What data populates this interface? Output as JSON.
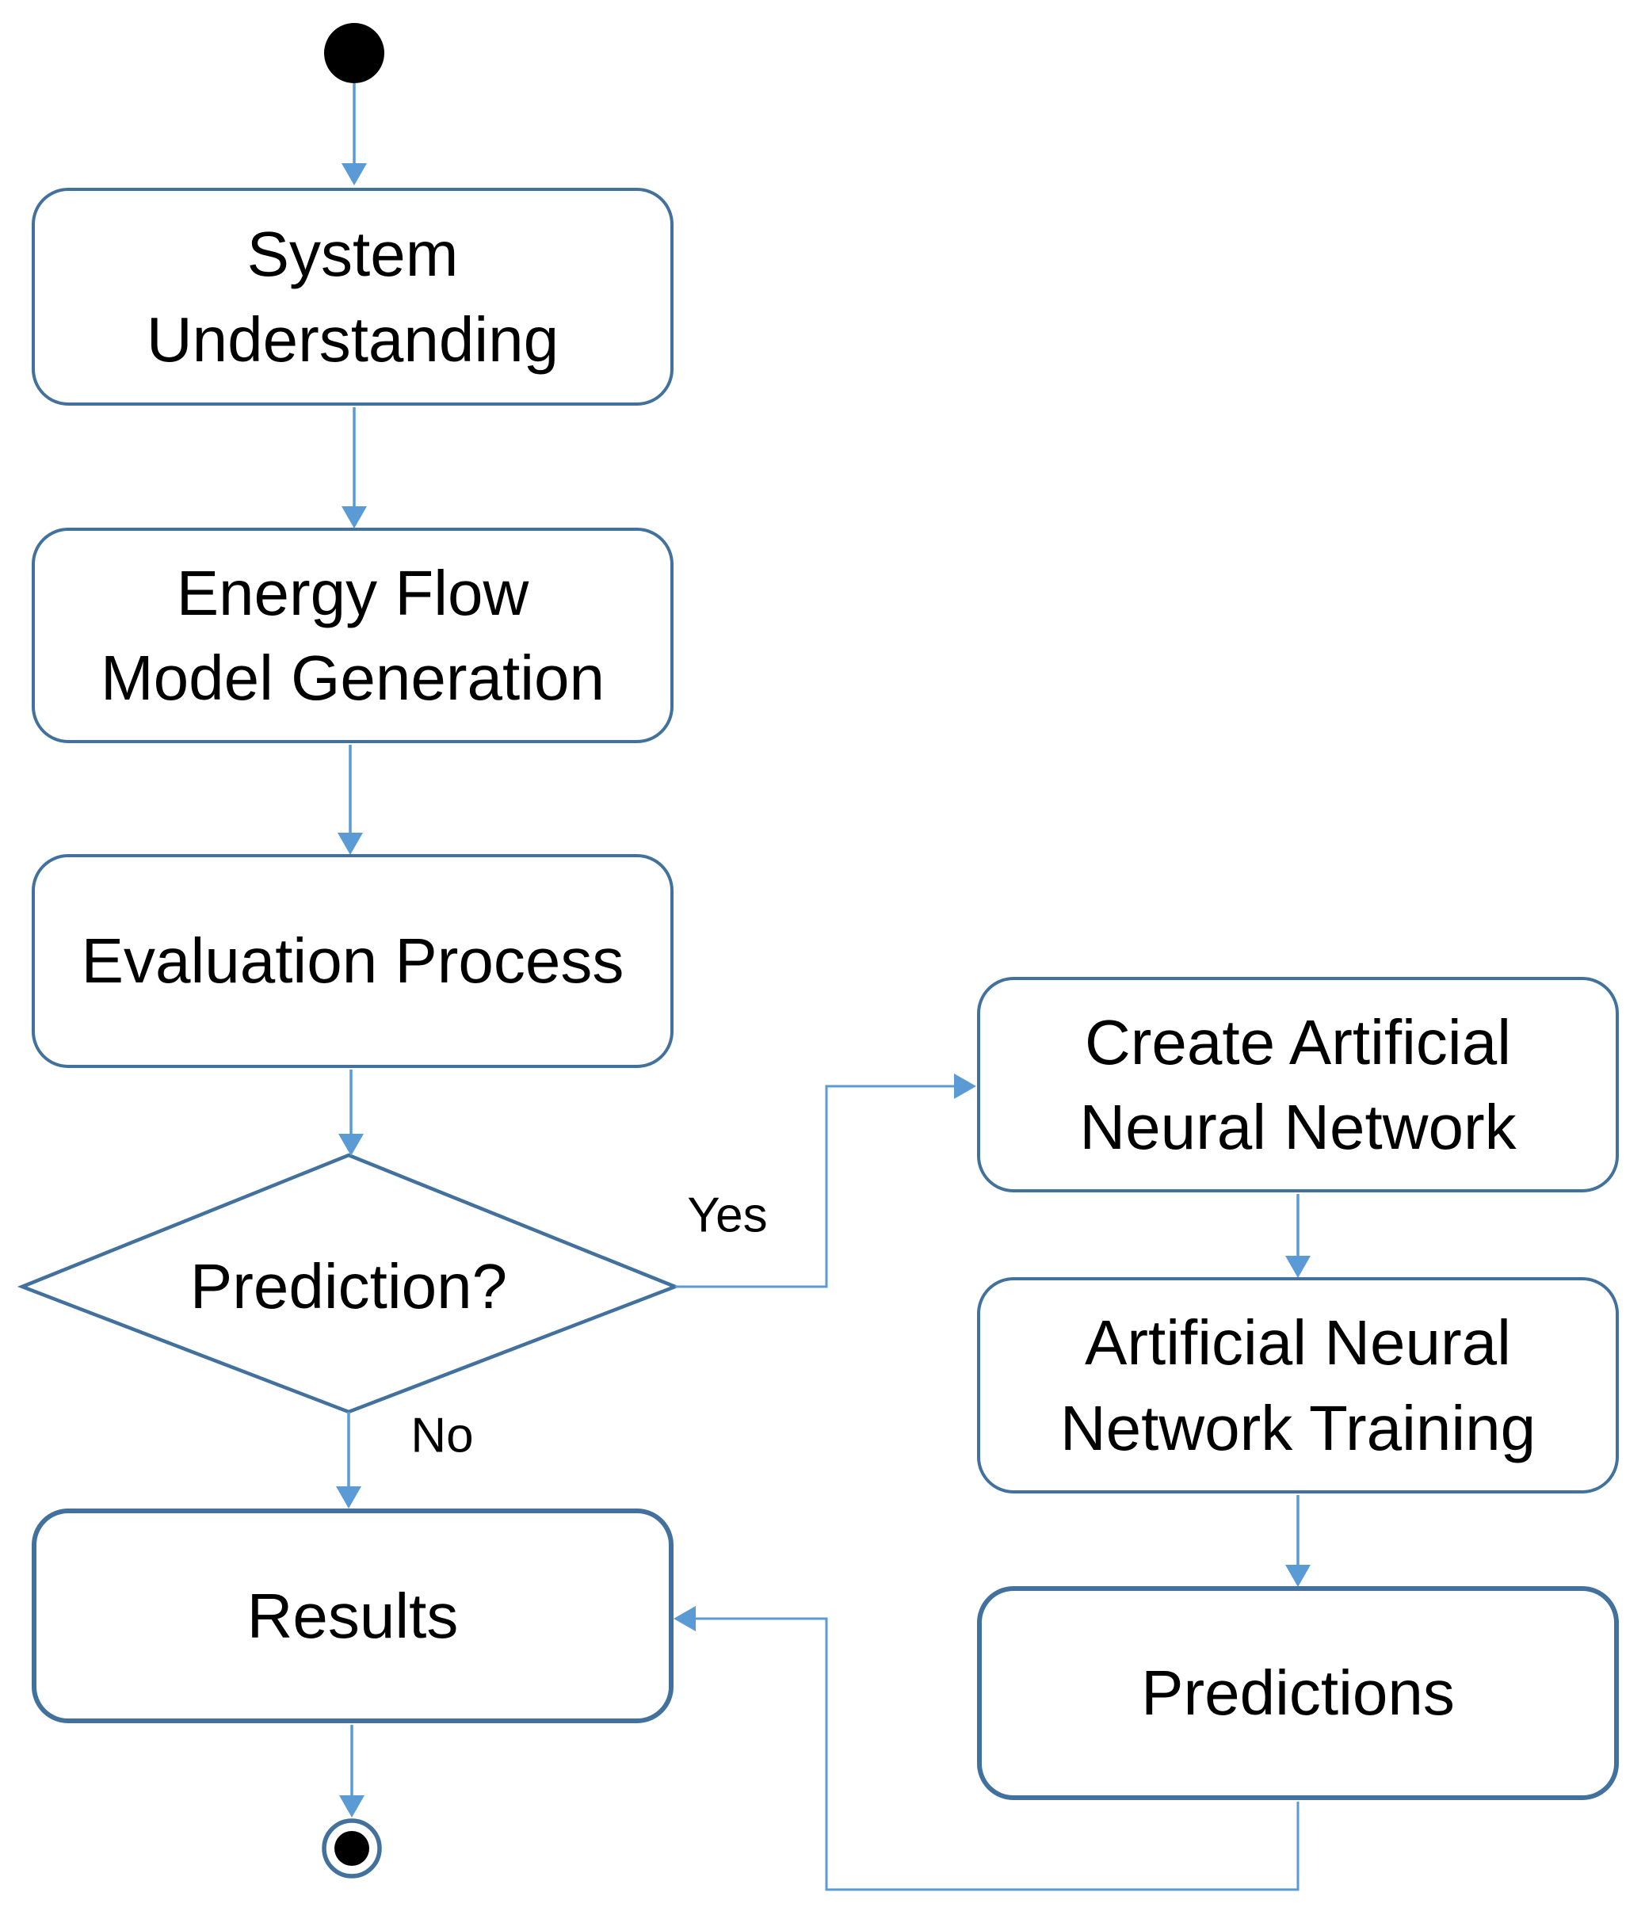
{
  "colors": {
    "node_border": "#41719C",
    "connector": "#5B9BD5",
    "text": "#000000",
    "background": "#FFFFFF"
  },
  "nodes": {
    "start": {
      "type": "initial-node"
    },
    "system_understanding": {
      "label": "System\nUnderstanding"
    },
    "energy_flow_model_generation": {
      "label": "Energy Flow\nModel Generation"
    },
    "evaluation_process": {
      "label": "Evaluation Process"
    },
    "prediction_decision": {
      "label": "Prediction?"
    },
    "results": {
      "label": "Results"
    },
    "create_ann": {
      "label": "Create Artificial\nNeural Network"
    },
    "ann_training": {
      "label": "Artificial Neural\nNetwork Training"
    },
    "predictions": {
      "label": "Predictions"
    },
    "end": {
      "type": "final-node"
    }
  },
  "edge_labels": {
    "yes": "Yes",
    "no": "No"
  },
  "edges": [
    {
      "from": "start",
      "to": "system_understanding"
    },
    {
      "from": "system_understanding",
      "to": "energy_flow_model_generation"
    },
    {
      "from": "energy_flow_model_generation",
      "to": "evaluation_process"
    },
    {
      "from": "evaluation_process",
      "to": "prediction_decision"
    },
    {
      "from": "prediction_decision",
      "to": "create_ann",
      "label": "Yes"
    },
    {
      "from": "prediction_decision",
      "to": "results",
      "label": "No"
    },
    {
      "from": "create_ann",
      "to": "ann_training"
    },
    {
      "from": "ann_training",
      "to": "predictions"
    },
    {
      "from": "predictions",
      "to": "results"
    },
    {
      "from": "results",
      "to": "end"
    }
  ]
}
